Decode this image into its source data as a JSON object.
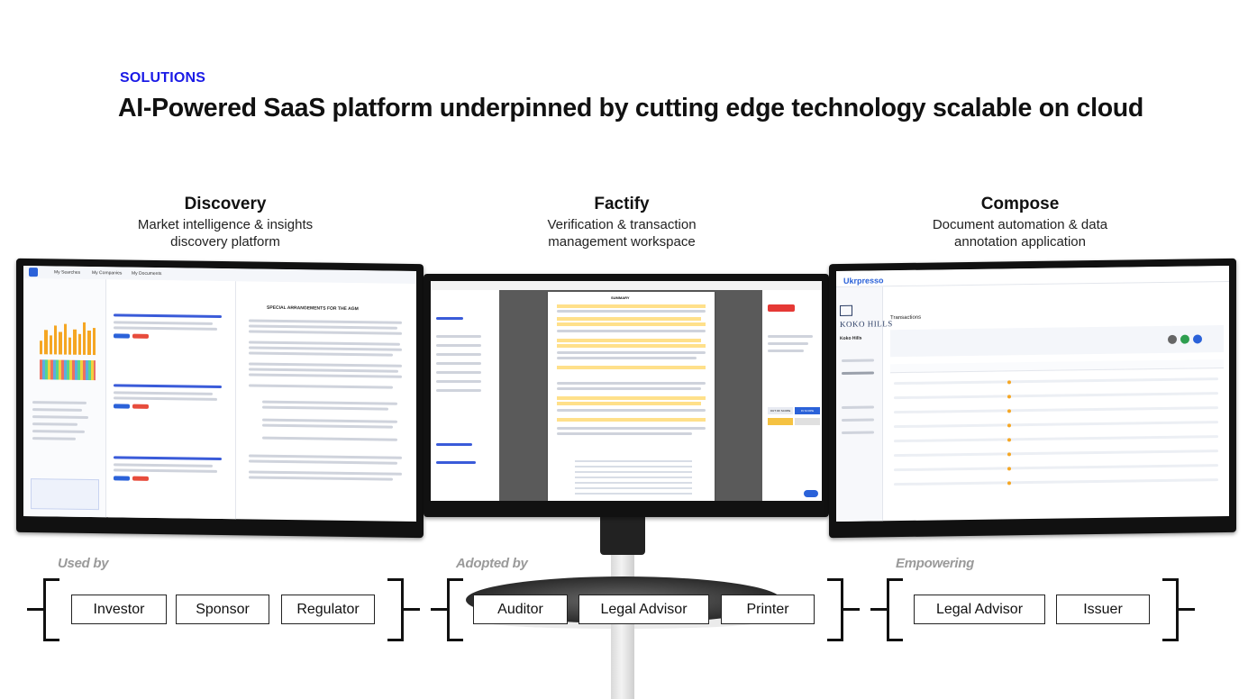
{
  "header": {
    "kicker": "SOLUTIONS",
    "title": "AI-Powered SaaS platform underpinned by cutting edge technology scalable on cloud"
  },
  "products": [
    {
      "name": "Discovery",
      "desc_line1": "Market intelligence & insights",
      "desc_line2": "discovery platform"
    },
    {
      "name": "Factify",
      "desc_line1": "Verification & transaction",
      "desc_line2": "management workspace"
    },
    {
      "name": "Compose",
      "desc_line1": "Document automation & data",
      "desc_line2": "annotation application"
    }
  ],
  "screens": {
    "left": {
      "heading": "SPECIAL ARRANGEMENTS FOR THE AGM",
      "tab_search": "My Searches",
      "tab_companies": "My Companies",
      "tab_documents": "My Documents"
    },
    "middle": {
      "heading": "SUMMARY",
      "in_scope": "IN SCOPE",
      "out_of_scope": "OUT OF SCOPE"
    },
    "right": {
      "brand": "Ukrpresso",
      "project": "Koko Hills",
      "logo": "KOKO HILLS",
      "page_title": "Transactions"
    }
  },
  "groups": [
    {
      "label": "Used by",
      "chips": [
        "Investor",
        "Sponsor",
        "Regulator"
      ]
    },
    {
      "label": "Adopted by",
      "chips": [
        "Auditor",
        "Legal Advisor",
        "Printer"
      ]
    },
    {
      "label": "Empowering",
      "chips": [
        "Legal Advisor",
        "Issuer"
      ]
    }
  ],
  "colors": {
    "accent": "#1a1ae6",
    "label_gray": "#9a9a9a"
  }
}
